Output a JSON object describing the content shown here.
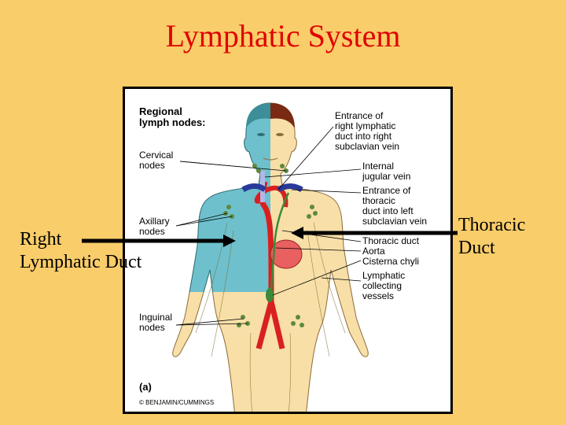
{
  "slide": {
    "title": "Lymphatic System",
    "right_label_line1": "Right",
    "right_label_line2": "Lymphatic Duct",
    "thoracic_label_line1": "Thoracic",
    "thoracic_label_line2": "Duct"
  },
  "figure": {
    "heading_line1": "Regional",
    "heading_line2": "lymph nodes:",
    "cervical_line1": "Cervical",
    "cervical_line2": "nodes",
    "axillary_line1": "Axillary",
    "axillary_line2": "nodes",
    "inguinal_line1": "Inguinal",
    "inguinal_line2": "nodes",
    "entrance_right_line1": "Entrance of",
    "entrance_right_line2": "right lymphatic",
    "entrance_right_line3": "duct into right",
    "entrance_right_line4": "subclavian vein",
    "jugular_line1": "Internal",
    "jugular_line2": "jugular vein",
    "entrance_thoracic_line1": "Entrance of",
    "entrance_thoracic_line2": "thoracic",
    "entrance_thoracic_line3": "duct into left",
    "entrance_thoracic_line4": "subclavian vein",
    "thoracic_duct": "Thoracic duct",
    "aorta": "Aorta",
    "cisterna": "Cisterna chyli",
    "collecting_line1": "Lymphatic",
    "collecting_line2": "collecting",
    "collecting_line3": "vessels",
    "panel_letter": "(a)",
    "copyright": "© BENJAMIN/CUMMINGS"
  },
  "colors": {
    "background": "#f9cd69",
    "title": "#e10000",
    "drained_right": "#6ec0cc",
    "body_skin": "#f7dfa7",
    "artery": "#d92020",
    "lymph_node": "#5c8a3a"
  }
}
